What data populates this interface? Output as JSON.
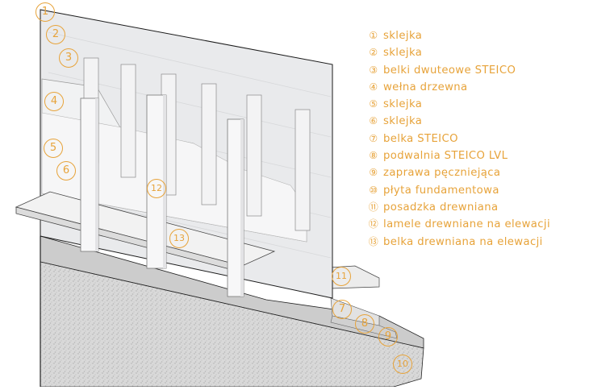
{
  "diagram": {
    "colors": {
      "accent": "#e7a33a",
      "wall": "#e7e8ea",
      "edge": "#202020",
      "concrete": "#d8d8d8"
    },
    "callouts": [
      {
        "num": "1",
        "label": "sklejka"
      },
      {
        "num": "2",
        "label": "sklejka"
      },
      {
        "num": "3",
        "label": "belki dwuteowe STEICO"
      },
      {
        "num": "4",
        "label": "wełna drzewna"
      },
      {
        "num": "5",
        "label": "sklejka"
      },
      {
        "num": "6",
        "label": "sklejka"
      },
      {
        "num": "7",
        "label": "belka STEICO"
      },
      {
        "num": "8",
        "label": "podwalnia STEICO LVL"
      },
      {
        "num": "9",
        "label": "zaprawa pęczniejąca"
      },
      {
        "num": "10",
        "label": "płyta fundamentowa"
      },
      {
        "num": "11",
        "label": "posadzka drewniana"
      },
      {
        "num": "12",
        "label": "lamele drewniane na elewacji"
      },
      {
        "num": "13",
        "label": "belka drewniana na elewacji"
      }
    ],
    "legend_glyphs": [
      "①",
      "②",
      "③",
      "④",
      "⑤",
      "⑥",
      "⑦",
      "⑧",
      "⑨",
      "⑩",
      "⑪",
      "⑫",
      "⑬"
    ]
  }
}
